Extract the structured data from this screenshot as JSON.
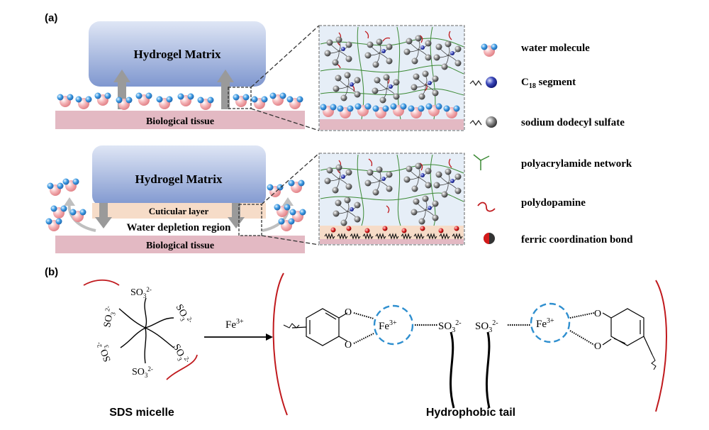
{
  "panel_labels": {
    "a": "(a)",
    "b": "(b)"
  },
  "top_scene": {
    "hydrogel_label": "Hydrogel Matrix",
    "tissue_label": "Biological tissue"
  },
  "bottom_scene": {
    "hydrogel_label": "Hydrogel Matrix",
    "cuticular_label": "Cuticular layer",
    "water_depletion_label": "Water depletion region",
    "tissue_label": "Biological tissue"
  },
  "legend": {
    "water": "water molecule",
    "c18_prefix": "C",
    "c18_sub": "18",
    "c18_suffix": " segment",
    "sds": "sodium dodecyl sulfate",
    "paam": "polyacrylamide network",
    "pda": "polydopamine",
    "ferric": "ferric coordination bond"
  },
  "scheme": {
    "sulfonate": "SO",
    "sub3": "3",
    "charge": "2-",
    "fe": "Fe",
    "fe_charge": "3+",
    "o": "O",
    "sds_micelle_label": "SDS micelle",
    "hydrophobic_tail_label": "Hydrophobic tail"
  },
  "colors": {
    "hydrogel_top": "#c9d6ee",
    "hydrogel_bottom": "#7f97cf",
    "tissue": "#e3b9c3",
    "cuticular": "#f6dcc8",
    "pda": "#c0191d",
    "paam": "#3c8a35",
    "fe_circle": "#2f8fcf",
    "water_pink": "#f2a7ab",
    "water_blue": "#3d9be3"
  }
}
